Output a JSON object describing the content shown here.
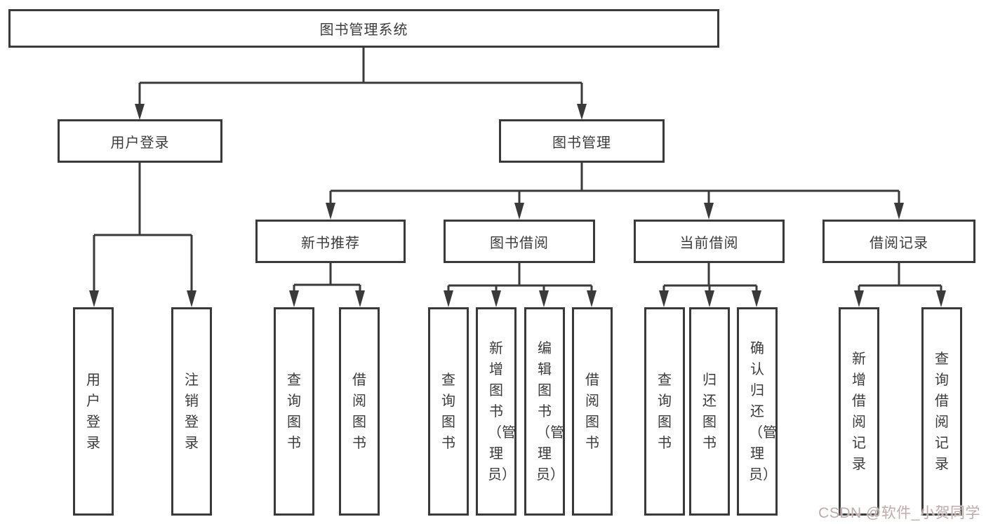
{
  "tree": {
    "label": "图书管理系统",
    "children": [
      {
        "label": "用户登录",
        "children": [
          {
            "label": "用户登录"
          },
          {
            "label": "注销登录"
          }
        ]
      },
      {
        "label": "图书管理",
        "children": [
          {
            "label": "新书推荐",
            "children": [
              {
                "label": "查询图书"
              },
              {
                "label": "借阅图书"
              }
            ]
          },
          {
            "label": "图书借阅",
            "children": [
              {
                "label": "查询图书"
              },
              {
                "label": "新增图书（管理员）"
              },
              {
                "label": "编辑图书（管理员）"
              },
              {
                "label": "借阅图书"
              }
            ]
          },
          {
            "label": "当前借阅",
            "children": [
              {
                "label": "查询图书"
              },
              {
                "label": "归还图书"
              },
              {
                "label": "确认归还（管理员）"
              }
            ]
          },
          {
            "label": "借阅记录",
            "children": [
              {
                "label": "新增借阅记录"
              },
              {
                "label": "查询借阅记录"
              }
            ]
          }
        ]
      }
    ]
  },
  "watermark": {
    "text": "CSDN @软件_小贺同学",
    "color": "#bfabab"
  },
  "colors": {
    "line": "#3a3a3a",
    "box_border": "#3a3a3a",
    "text": "#3b3b3b",
    "background": "#ffffff"
  }
}
